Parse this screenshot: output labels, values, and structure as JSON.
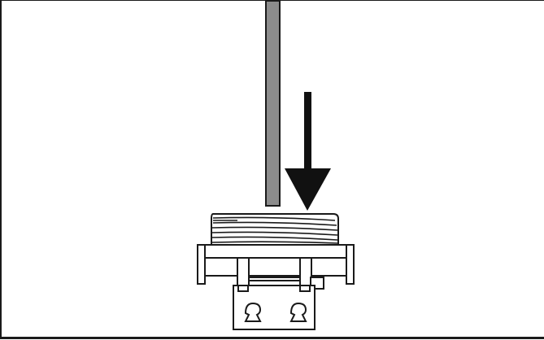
{
  "figure": {
    "kind": "assembly-illustration",
    "colors": {
      "rod_fill": "#8c8c8c",
      "stroke": "#1a1a1a",
      "background": "#ffffff"
    },
    "parts": [
      {
        "id": "rod",
        "icon": "rod-icon"
      },
      {
        "id": "arrow",
        "icon": "down-arrow-icon"
      },
      {
        "id": "threaded-cap",
        "icon": "threaded-cap-icon"
      },
      {
        "id": "flange",
        "icon": "flange-icon"
      },
      {
        "id": "mounting-bracket",
        "icon": "bracket-icon"
      }
    ]
  }
}
